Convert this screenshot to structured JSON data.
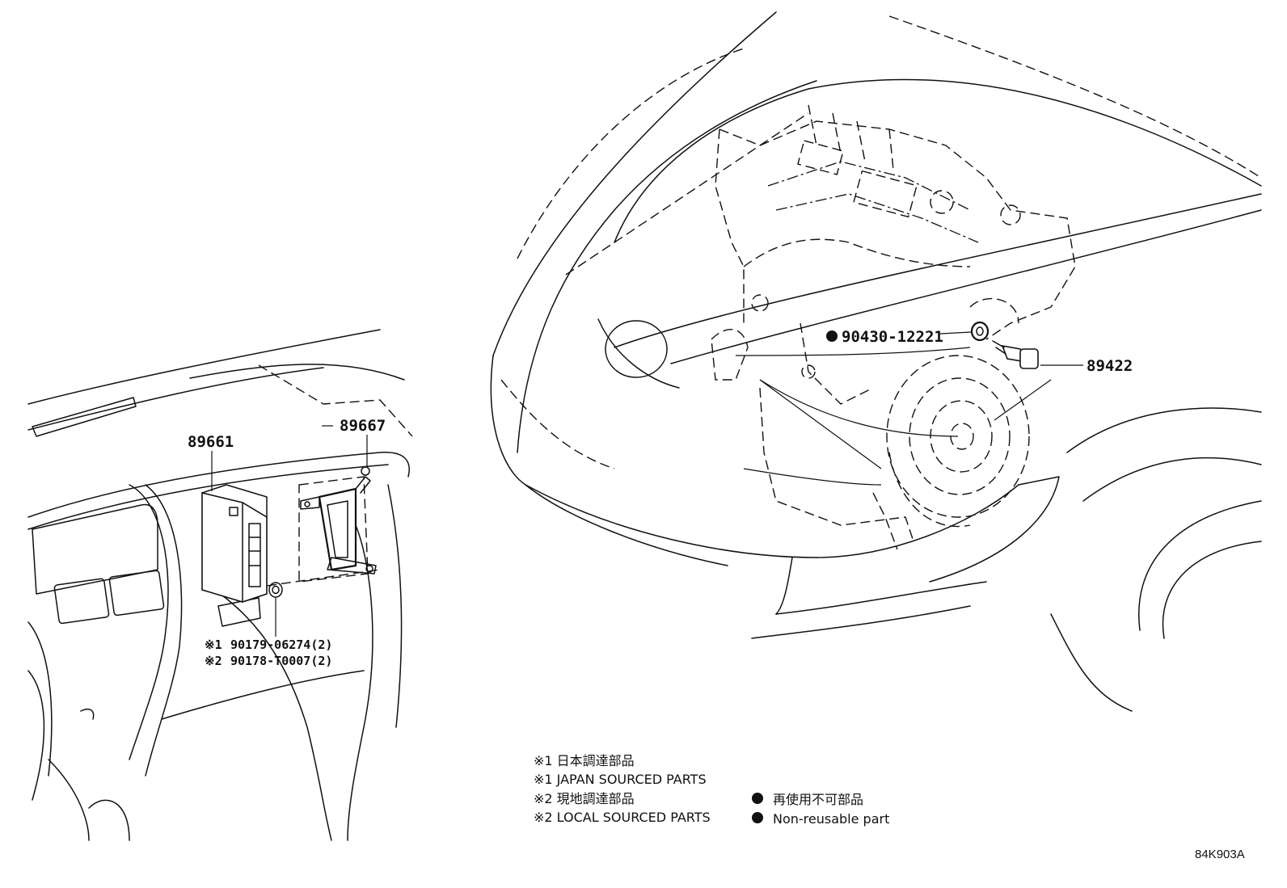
{
  "callouts": {
    "p89661": "89661",
    "p89667": "89667",
    "p89422": "89422",
    "p90430": "90430-12221",
    "p90179": "90179-06274(2)",
    "p90178": "90178-T0007(2)",
    "mark1": "※1",
    "mark2": "※2"
  },
  "legend": {
    "line1": "※1 日本調達部品",
    "line2": "※1 JAPAN SOURCED PARTS",
    "line3": "※2 現地調達部品",
    "line4": "※2 LOCAL SOURCED PARTS",
    "line5": "再使用不可部品",
    "line6": "Non-reusable part"
  },
  "figure_code": "84K903A"
}
